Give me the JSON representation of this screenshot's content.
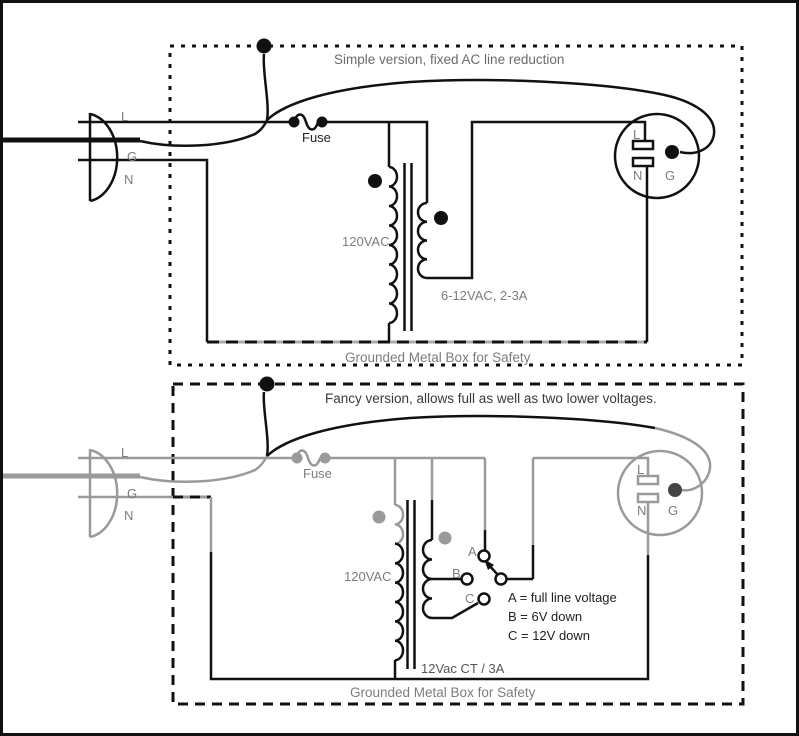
{
  "colors": {
    "wire_black": "#111111",
    "wire_gray": "#9a9a9a",
    "text_gray": "#7d7d7d",
    "background": "#ffffff"
  },
  "top": {
    "title": "Simple version, fixed AC line reduction",
    "fuse_label": "Fuse",
    "plug": {
      "line": "L",
      "ground": "G",
      "neutral": "N"
    },
    "primary_label": "120VAC",
    "secondary_label": "6-12VAC, 2-3A",
    "outlet": {
      "line": "L",
      "neutral": "N",
      "ground": "G"
    },
    "box_label": "Grounded Metal Box for Safety"
  },
  "bottom": {
    "title": "Fancy version, allows full as well as two lower voltages.",
    "fuse_label": "Fuse",
    "plug": {
      "line": "L",
      "ground": "G",
      "neutral": "N"
    },
    "primary_label": "120VAC",
    "secondary_label": "12Vac CT / 3A",
    "switch_terminals": {
      "a": "A",
      "b": "B",
      "c": "C"
    },
    "legend": [
      "A = full line voltage",
      "B = 6V down",
      "C = 12V down"
    ],
    "outlet": {
      "line": "L",
      "neutral": "N",
      "ground": "G"
    },
    "box_label": "Grounded Metal Box for Safety"
  }
}
